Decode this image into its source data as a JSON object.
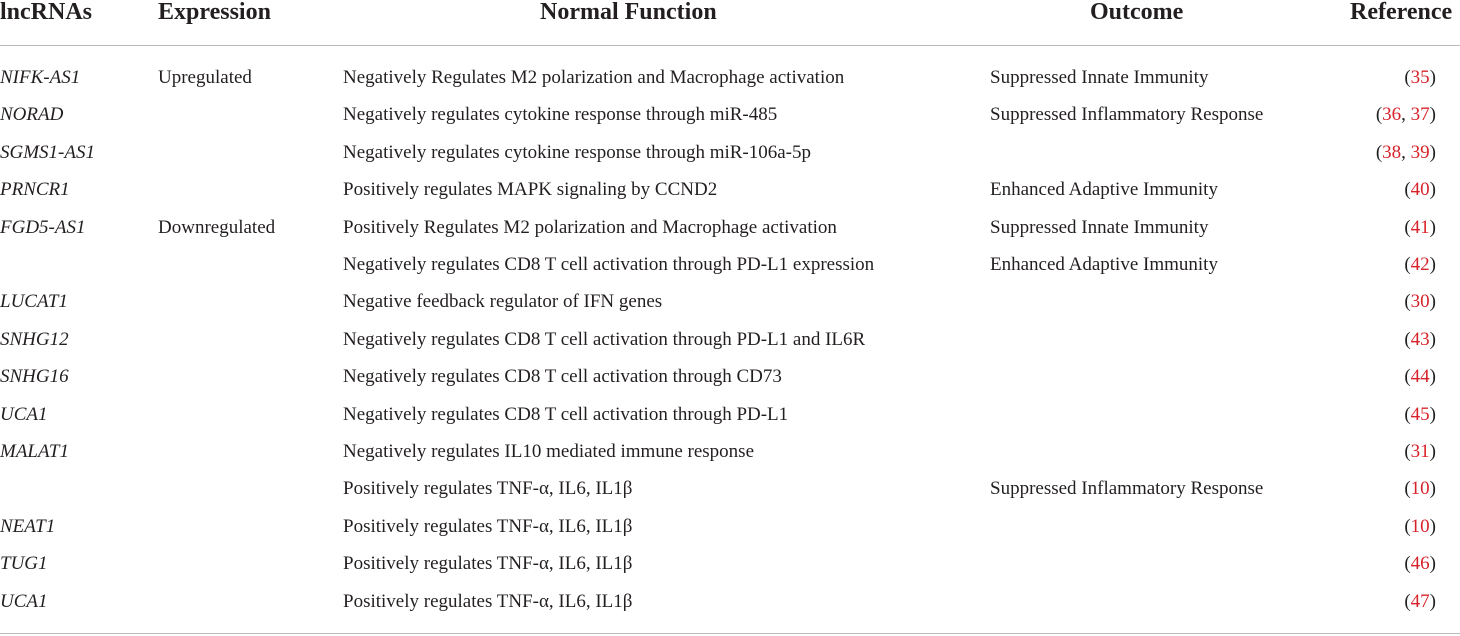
{
  "headers": {
    "lncrnas": "lncRNAs",
    "expression": "Expression",
    "function": "Normal Function",
    "outcome": "Outcome",
    "reference": "Reference"
  },
  "rows": [
    {
      "lnc": "NIFK-AS1",
      "expr": "Upregulated",
      "func": "Negatively Regulates M2 polarization and Macrophage activation",
      "outcome": "Suppressed Innate Immunity",
      "refs": [
        "35"
      ]
    },
    {
      "lnc": "NORAD",
      "expr": "",
      "func": "Negatively regulates cytokine response through miR-485",
      "outcome": "Suppressed Inflammatory Response",
      "refs": [
        "36",
        "37"
      ]
    },
    {
      "lnc": "SGMS1-AS1",
      "expr": "",
      "func": "Negatively regulates cytokine response through miR-106a-5p",
      "outcome": "",
      "refs": [
        "38",
        "39"
      ]
    },
    {
      "lnc": "PRNCR1",
      "expr": "",
      "func": "Positively regulates MAPK signaling by CCND2",
      "outcome": "Enhanced Adaptive Immunity",
      "refs": [
        "40"
      ]
    },
    {
      "lnc": "FGD5-AS1",
      "expr": "Downregulated",
      "func": "Positively Regulates M2 polarization and Macrophage activation",
      "outcome": "Suppressed Innate Immunity",
      "refs": [
        "41"
      ]
    },
    {
      "lnc": "",
      "expr": "",
      "func": "Negatively regulates CD8 T cell activation through PD-L1 expression",
      "outcome": "Enhanced Adaptive Immunity",
      "refs": [
        "42"
      ]
    },
    {
      "lnc": "LUCAT1",
      "expr": "",
      "func": "Negative feedback regulator of IFN genes",
      "outcome": "",
      "refs": [
        "30"
      ]
    },
    {
      "lnc": "SNHG12",
      "expr": "",
      "func": "Negatively regulates CD8 T cell activation through PD-L1 and IL6R",
      "outcome": "",
      "refs": [
        "43"
      ]
    },
    {
      "lnc": "SNHG16",
      "expr": "",
      "func": "Negatively regulates CD8 T cell activation through CD73",
      "outcome": "",
      "refs": [
        "44"
      ]
    },
    {
      "lnc": "UCA1",
      "expr": "",
      "func": "Negatively regulates CD8 T cell activation through PD-L1",
      "outcome": "",
      "refs": [
        "45"
      ]
    },
    {
      "lnc": "MALAT1",
      "expr": "",
      "func": "Negatively regulates IL10 mediated immune response",
      "outcome": "",
      "refs": [
        "31"
      ]
    },
    {
      "lnc": "",
      "expr": "",
      "func": "Positively regulates TNF-α, IL6, IL1β",
      "outcome": "Suppressed Inflammatory Response",
      "refs": [
        "10"
      ]
    },
    {
      "lnc": "NEAT1",
      "expr": "",
      "func": "Positively regulates TNF-α, IL6, IL1β",
      "outcome": "",
      "refs": [
        "10"
      ]
    },
    {
      "lnc": "TUG1",
      "expr": "",
      "func": "Positively regulates TNF-α, IL6, IL1β",
      "outcome": "",
      "refs": [
        "46"
      ]
    },
    {
      "lnc": "UCA1",
      "expr": "",
      "func": "Positively regulates TNF-α, IL6, IL1β",
      "outcome": "",
      "refs": [
        "47"
      ]
    }
  ],
  "citation_color": "#d6232a"
}
